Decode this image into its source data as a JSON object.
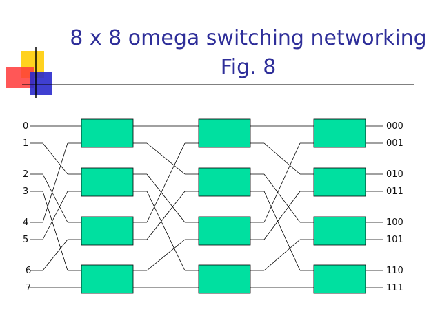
{
  "slide": {
    "title_line1": "8 x 8 omega switching networking",
    "title_line2": "Fig. 8"
  },
  "network": {
    "stages": 3,
    "switches_per_stage": 4,
    "switch_color": "#00e0a0",
    "wire_color": "#000000",
    "inputs": [
      "0",
      "1",
      "2",
      "3",
      "4",
      "5",
      "6",
      "7"
    ],
    "outputs": [
      "000",
      "001",
      "010",
      "011",
      "100",
      "101",
      "110",
      "111"
    ]
  },
  "deco": {
    "yellow": "#ffd21f",
    "red": "#ff2a2a",
    "blue": "#2a2acc"
  }
}
